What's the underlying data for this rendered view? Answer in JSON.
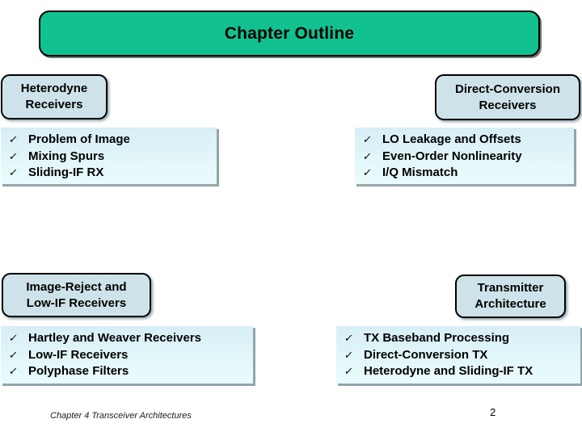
{
  "slide": {
    "title": "Chapter Outline",
    "footer": "Chapter 4 Transceiver Architectures",
    "page_number": "2",
    "bullet_icon": "✓",
    "colors": {
      "title_bg": "#11c290",
      "header_bg": "#cde3e9",
      "panel_bg_top": "#d7eef6",
      "panel_bg_bottom": "#eafbfc",
      "border": "#000000",
      "shadow": "#92a5a9"
    }
  },
  "sections": [
    {
      "id": "heterodyne",
      "title_lines": [
        "Heterodyne",
        "Receivers"
      ],
      "items": [
        "Problem of Image",
        "Mixing Spurs",
        "Sliding-IF RX"
      ]
    },
    {
      "id": "direct-conversion",
      "title_lines": [
        "Direct-Conversion",
        "Receivers"
      ],
      "items": [
        "LO Leakage and Offsets",
        "Even-Order Nonlinearity",
        "I/Q Mismatch"
      ]
    },
    {
      "id": "image-reject",
      "title_lines": [
        "Image-Reject and",
        "Low-IF Receivers"
      ],
      "items": [
        "Hartley and Weaver Receivers",
        "Low-IF Receivers",
        "Polyphase Filters"
      ]
    },
    {
      "id": "transmitter",
      "title_lines": [
        "Transmitter",
        "Architecture"
      ],
      "items": [
        "TX Baseband Processing",
        "Direct-Conversion TX",
        "Heterodyne and Sliding-IF TX"
      ]
    }
  ]
}
